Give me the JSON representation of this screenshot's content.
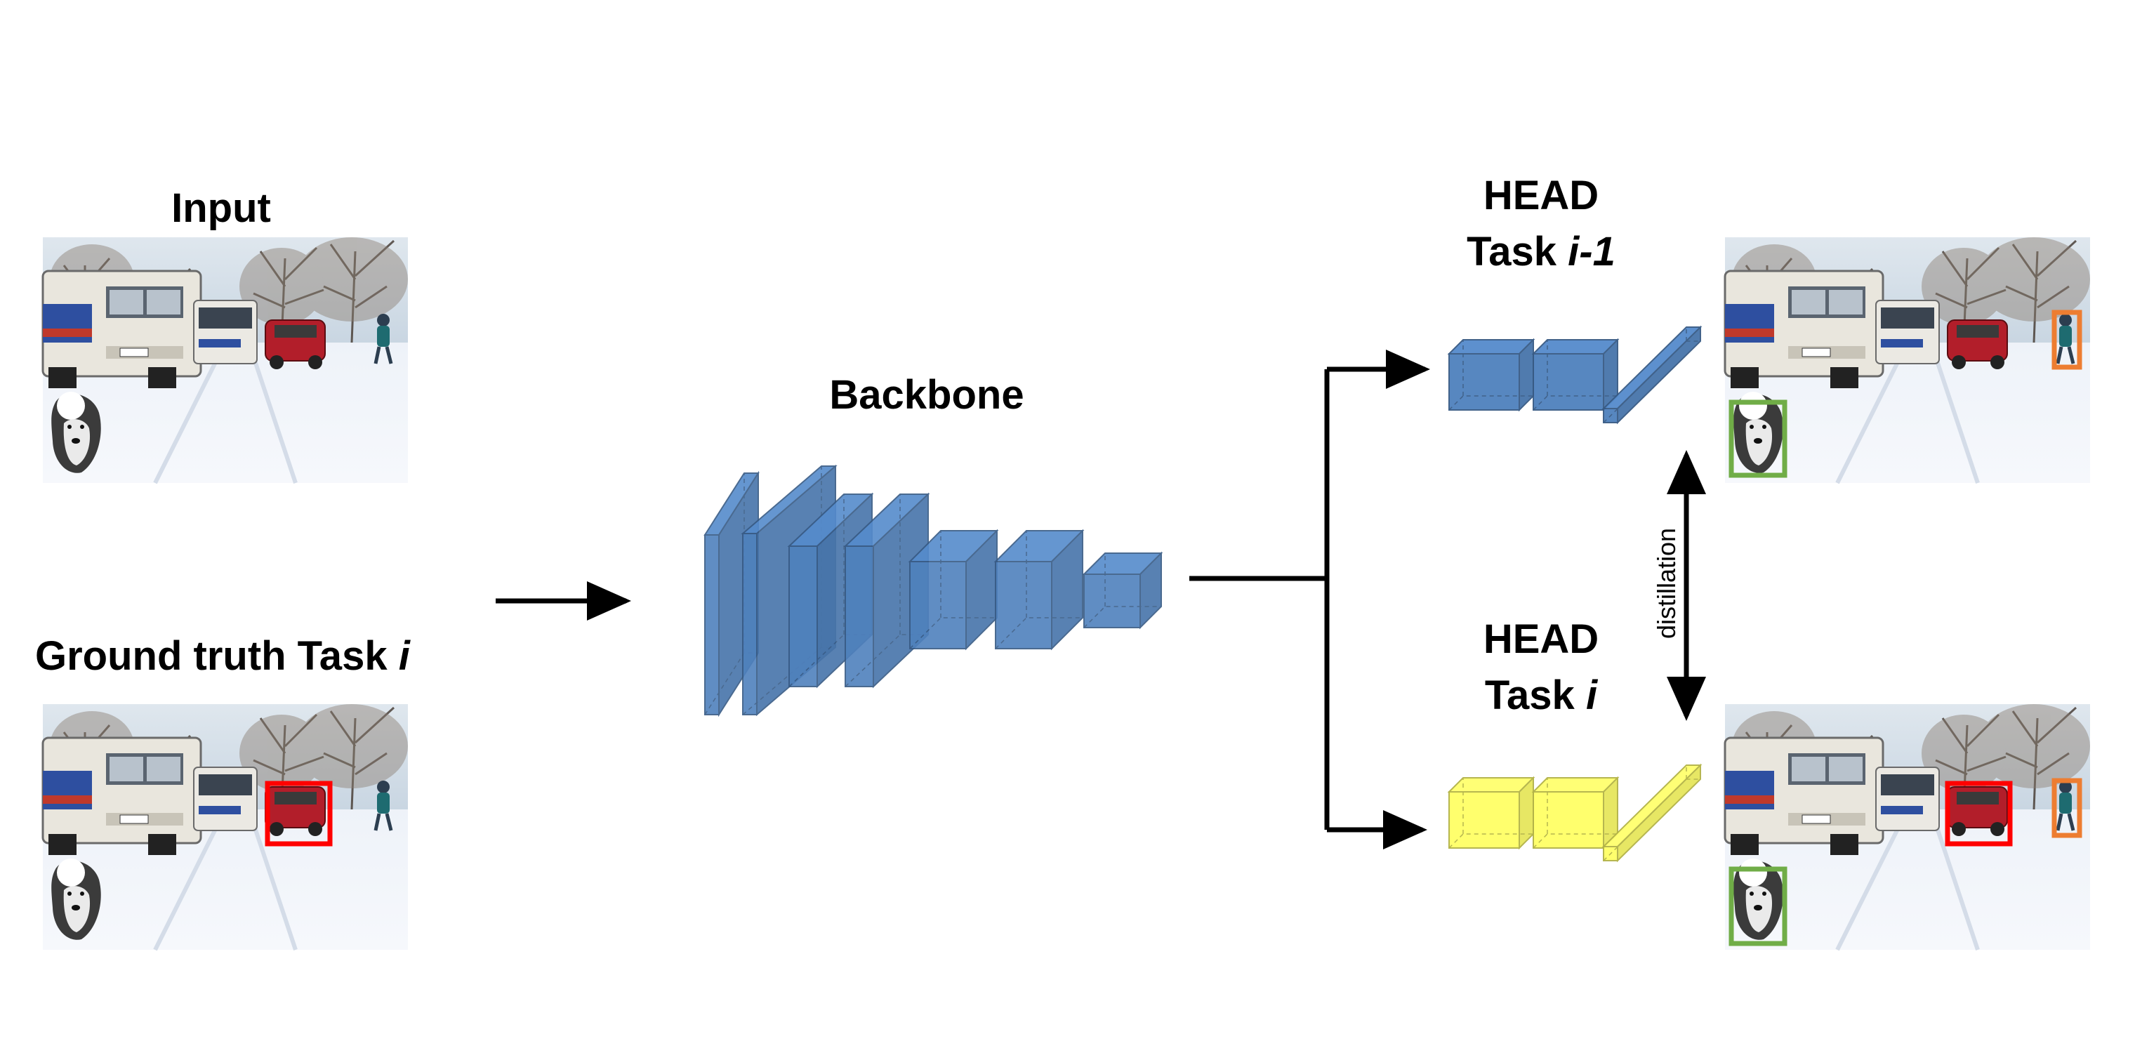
{
  "labels": {
    "input": "Input",
    "ground_truth": "Ground truth Task",
    "ground_truth_var": "i",
    "backbone": "Backbone",
    "head_prev_line1": "HEAD",
    "head_prev_line2": "Task",
    "head_prev_var": "i-1",
    "head_curr_line1": "HEAD",
    "head_curr_line2": "Task",
    "head_curr_var": "i",
    "distillation": "distillation"
  },
  "colors": {
    "backbone_block": "#4f81bd",
    "head_prev_block": "#4f81bd",
    "head_curr_block": "#ffff66",
    "box_car": "#ff0000",
    "box_dog": "#70ad47",
    "box_person": "#ed7d31",
    "arrow": "#000000"
  },
  "icons": {
    "scene_image": "snow-street-scene-icon",
    "arrow": "arrow-icon"
  }
}
